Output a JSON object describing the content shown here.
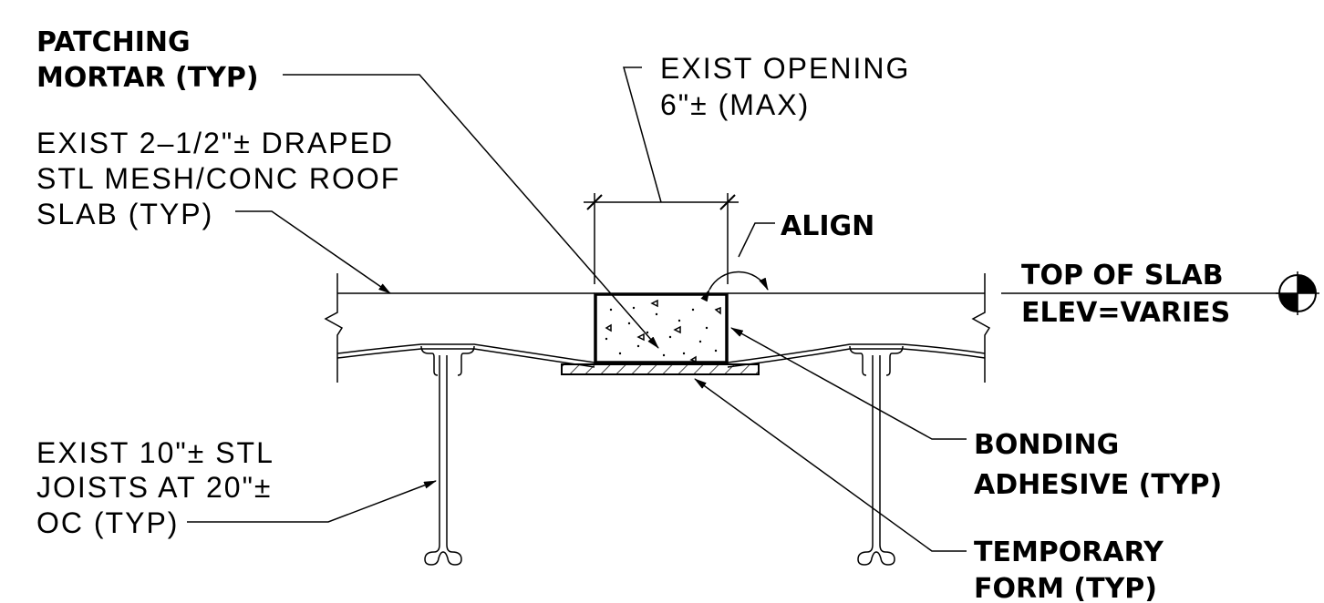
{
  "notes": {
    "patching_line1": "PATCHING",
    "patching_line2": "MORTAR (TYP)",
    "slab_line1": "EXIST 2–1/2\"± DRAPED",
    "slab_line2": "STL MESH/CONC ROOF",
    "slab_line3": "SLAB (TYP)",
    "opening_line1": "EXIST OPENING",
    "opening_line2": "6\"± (MAX)",
    "align": "ALIGN",
    "top_of_slab": "TOP OF SLAB",
    "elev": "ELEV=VARIES",
    "joists_line1": "EXIST 10\"± STL",
    "joists_line2": "JOISTS AT 20\"±",
    "joists_line3": "OC (TYP)",
    "bonding_line1": "BONDING",
    "bonding_line2": "ADHESIVE (TYP)",
    "temporary_line1": "TEMPORARY",
    "temporary_line2": "FORM (TYP)"
  },
  "colors": {
    "ink": "#000000",
    "paper": "#ffffff"
  },
  "icons": {
    "elevation_marker": "elevation-target-icon",
    "break_line": "zigzag-break-icon"
  }
}
